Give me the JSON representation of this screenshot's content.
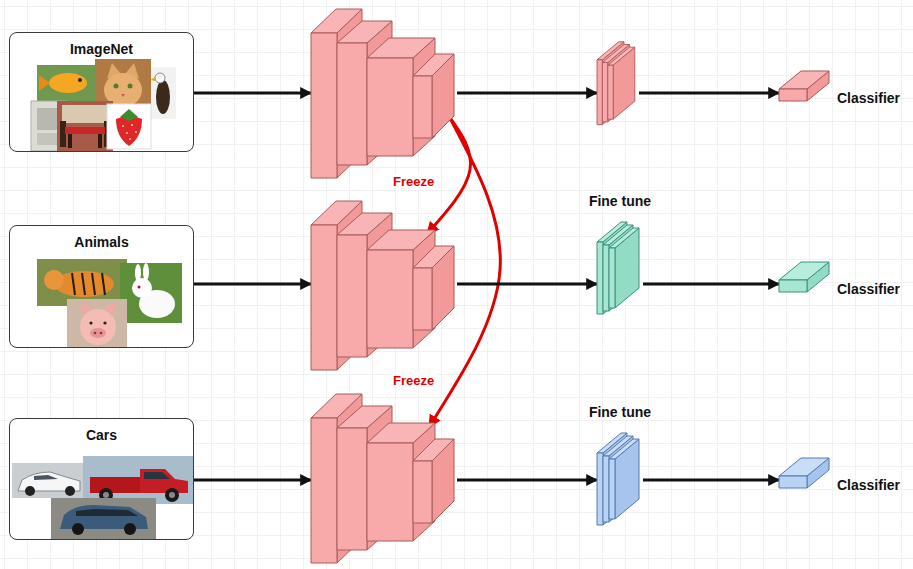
{
  "diagram": {
    "nodes": [
      {
        "text": [
          "ImageNet"
        ]
      },
      {
        "text": []
      },
      {
        "text": []
      },
      {
        "text": [
          "Classifier"
        ]
      },
      {
        "text": [
          "Animals"
        ]
      },
      {
        "text": []
      },
      {
        "text": [
          "Fine tune"
        ]
      },
      {
        "text": [
          "Classifier"
        ]
      },
      {
        "text": [
          "Cars"
        ]
      },
      {
        "text": []
      },
      {
        "text": [
          "Fine tune"
        ]
      },
      {
        "text": [
          "Classifier"
        ]
      }
    ],
    "edges": [
      {
        "from": 0,
        "to": 1,
        "arrow": "to"
      },
      {
        "from": 1,
        "to": 2,
        "arrow": "to"
      },
      {
        "from": 2,
        "to": 3,
        "arrow": "to"
      },
      {
        "from": 1,
        "to": 5,
        "label": "Freeze",
        "arrow": "to"
      },
      {
        "from": 1,
        "to": 9,
        "label": "Freeze",
        "arrow": "to"
      },
      {
        "from": 4,
        "to": 5,
        "arrow": "to"
      },
      {
        "from": 5,
        "to": 6,
        "arrow": "to"
      },
      {
        "from": 6,
        "to": 7,
        "arrow": "to"
      },
      {
        "from": 8,
        "to": 9,
        "arrow": "to"
      },
      {
        "from": 9,
        "to": 10,
        "arrow": "to"
      },
      {
        "from": 10,
        "to": 11,
        "arrow": "to"
      }
    ]
  }
}
